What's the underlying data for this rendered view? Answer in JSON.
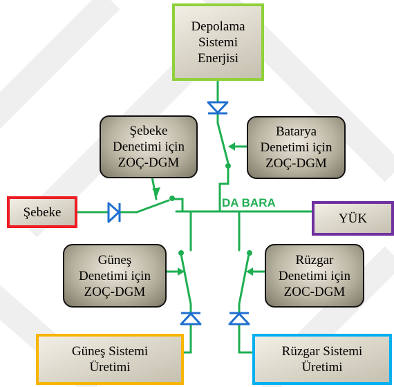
{
  "colors": {
    "bus": "#1fae52",
    "diode": "#1f6fd0",
    "storage_border": "#8fd13b",
    "grid_border": "#ee1c24",
    "load_border": "#7030a0",
    "solar_border": "#f7b500",
    "wind_border": "#00b0f0"
  },
  "nodes": {
    "storage": {
      "lines": [
        "Depolama",
        "Sistemi",
        "Enerjisi"
      ]
    },
    "battery_ctrl": {
      "lines": [
        "Batarya",
        "Denetimi için",
        "ZOÇ-DGM"
      ]
    },
    "grid_ctrl": {
      "lines": [
        "Şebeke",
        "Denetimi için",
        "ZOÇ-DGM"
      ]
    },
    "grid": {
      "label": "Şebeke"
    },
    "bus": {
      "label": "DA BARA"
    },
    "load": {
      "label": "YÜK"
    },
    "solar_ctrl": {
      "lines": [
        "Güneş",
        "Denetimi için",
        "ZOÇ-DGM"
      ]
    },
    "wind_ctrl": {
      "lines": [
        "Rüzgar",
        "Denetimi için",
        "ZOC-DGM"
      ]
    },
    "solar": {
      "lines": [
        "Güneş Sistemi",
        "Üretimi"
      ]
    },
    "wind": {
      "lines": [
        "Rüzgar Sistemi",
        "Üretimi"
      ]
    }
  }
}
